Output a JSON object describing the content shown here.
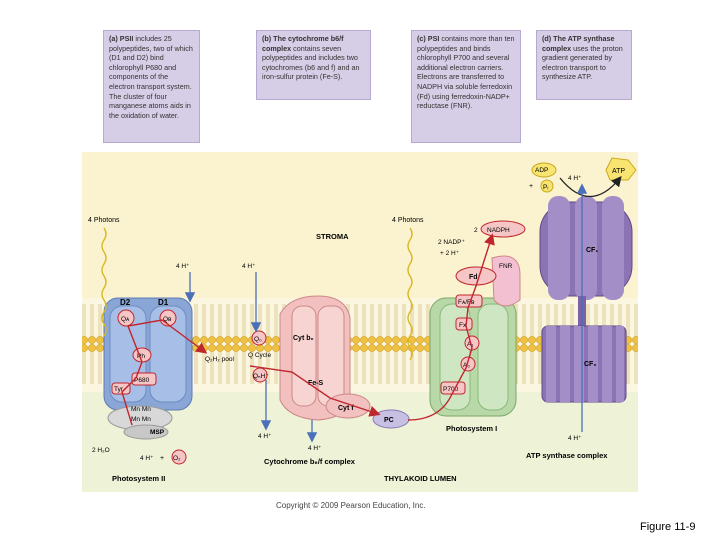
{
  "captions": {
    "a": {
      "head": "(a) PSII",
      "body": "includes 25 polypeptides, two of which (D1 and D2) bind chlorophyll P680 and components of the electron transport system. The cluster of four manganese atoms aids in the oxidation of water."
    },
    "b": {
      "head": "(b) The cytochrome b6/f complex",
      "body": "contains seven polypeptides and includes two cytochromes (b6 and f) and an iron-sulfur protein (Fe-S)."
    },
    "c": {
      "head": "(c) PSI",
      "body": "contains more than ten polypeptides and binds chlorophyll P700 and several additional electron carriers. Electrons are transferred to NADPH via soluble ferredoxin (Fd) using ferredoxin-NADP+ reductase (FNR)."
    },
    "d": {
      "head": "(d) The ATP synthase complex",
      "body": "uses the proton gradient generated by electron transport to synthesize ATP."
    }
  },
  "labels": {
    "photons_left": "4 Photons",
    "photons_mid": "4 Photons",
    "stroma": "STROMA",
    "lumen": "THYLAKOID LUMEN",
    "h_stroma_1": "4 H⁺",
    "h_stroma_2": "4 H⁺",
    "h_lumen_1": "4 H⁺",
    "h_lumen_2": "4 H⁺",
    "h_lumen_3": "4 H⁺",
    "h_atp_top": "4 H⁺",
    "h_atp_bottom": "4 H⁺",
    "d2": "D2",
    "d1": "D1",
    "qa": "Qᴀ",
    "qb": "Qʙ",
    "ph": "Ph",
    "p680": "P680",
    "tyr": "Tyr",
    "mn1": "Mn Mn",
    "mn2": "Mn Mn",
    "msp": "MSP",
    "water": "2 H₂O",
    "o2": "O₂",
    "plus": "+",
    "psii": "Photosystem II",
    "qh2_pool": "Q₂H₂ pool",
    "qo": "Q₀",
    "qcycle": "Q Cycle",
    "qn": "QₙH⁺",
    "cytb6": "Cyt b₆",
    "fes": "Fe-S",
    "cytf": "Cyt f",
    "cyt_complex": "Cytochrome b₆/f complex",
    "pc": "PC",
    "nadph": "NADPH",
    "nadp": "2 NADP⁺",
    "nadp_h": "+ 2 H⁺",
    "nadph_coef": "2",
    "fd": "Fd",
    "fnr": "FNR",
    "fafb": "Fᴀ/Fʙ",
    "fx": "Fx",
    "a1": "A₁",
    "a0": "A₀",
    "p700": "P700",
    "psi": "Photosystem I",
    "adp": "ADP",
    "pi": "Pᵢ",
    "atp": "ATP",
    "cf1": "CF₁",
    "cf0": "CF₀",
    "atp_complex": "ATP synthase complex"
  },
  "copyright": "Copyright © 2009 Pearson Education, Inc.",
  "figure_label": "Figure 11-9",
  "colors": {
    "stroma_bg": "#fbf3cf",
    "lumen_bg": "#eef2d6",
    "psii_blue": "#8aa6d6",
    "cyt_pink": "#f2c0bf",
    "psi_green": "#b8d8a8",
    "atp_purple": "#8c74b4",
    "caption_box": "#d6cde6",
    "arrow_red": "#c0262d"
  }
}
